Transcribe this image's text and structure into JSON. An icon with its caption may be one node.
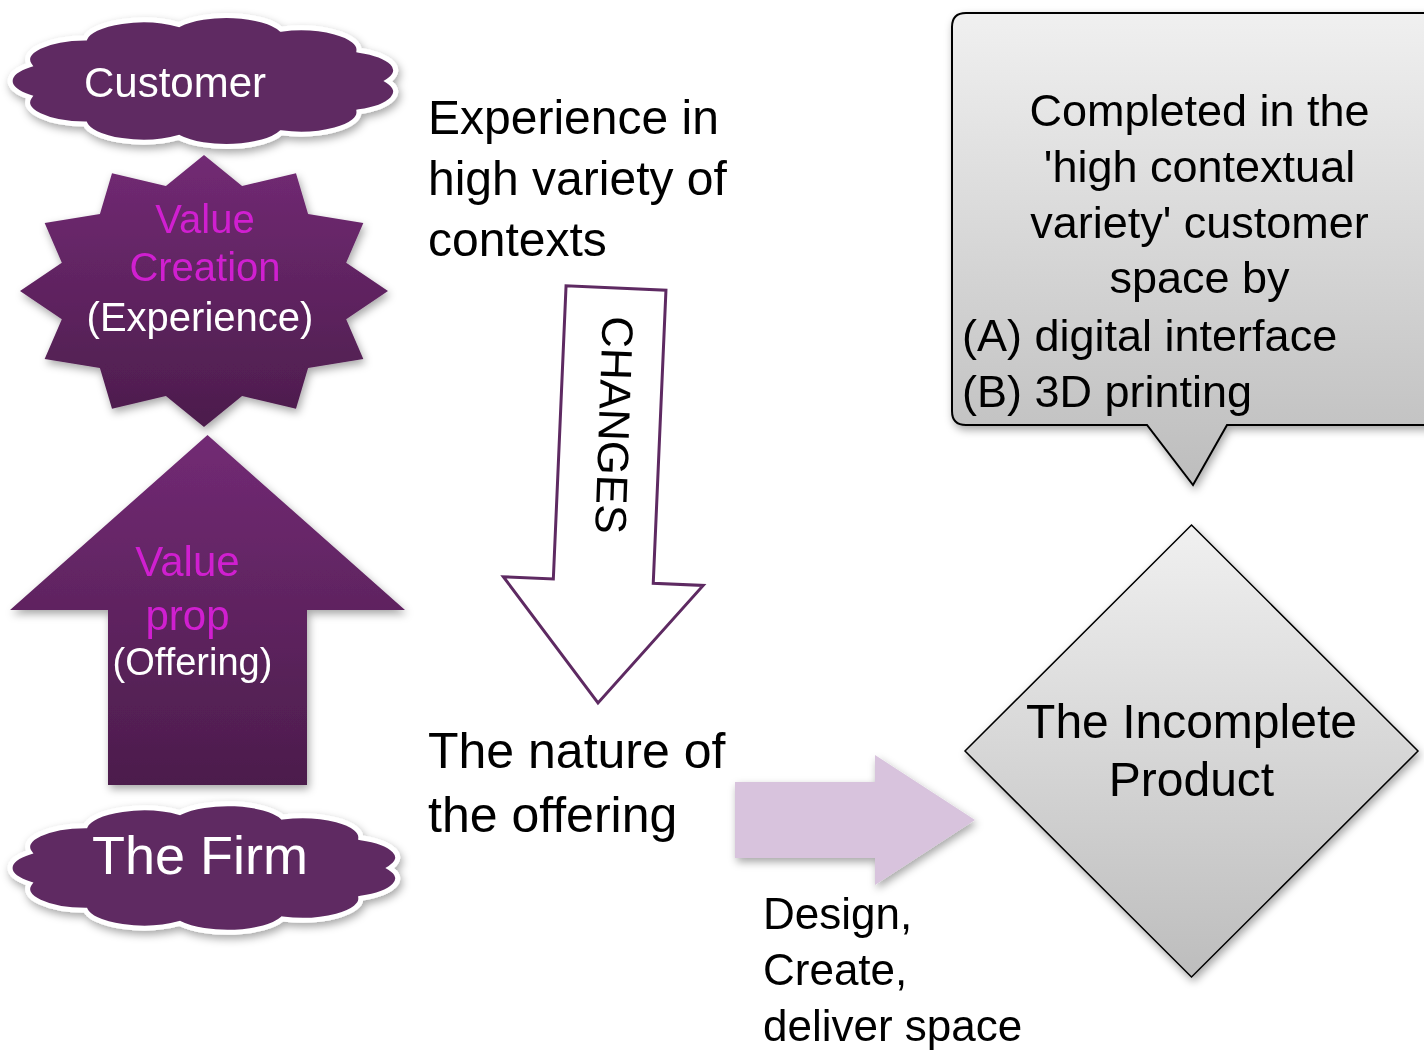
{
  "diagram": {
    "nodes": [
      {
        "text": [
          "Customer"
        ]
      },
      {
        "text": [
          "Value Creation",
          "(Experience)"
        ]
      },
      {
        "text": [
          "Value prop",
          "(Offering)"
        ]
      },
      {
        "text": [
          "The Firm"
        ]
      },
      {
        "text": [
          "Experience in high variety of contexts"
        ]
      },
      {
        "text": [
          "The nature of the offering"
        ]
      },
      {
        "text": [
          "The Incomplete Product"
        ]
      },
      {
        "text": [
          "Completed in the 'high contextual variety' customer space by",
          "(A) digital interface",
          "(B) 3D printing"
        ]
      }
    ],
    "edges": [
      {
        "from": 4,
        "to": 5,
        "arrow": "to",
        "label": "CHANGES",
        "style": "thick"
      },
      {
        "from": 5,
        "to": 6,
        "arrow": "to",
        "label": "Design, Create, deliver space",
        "style": "thick",
        "color": "#d8c3dd"
      }
    ]
  }
}
